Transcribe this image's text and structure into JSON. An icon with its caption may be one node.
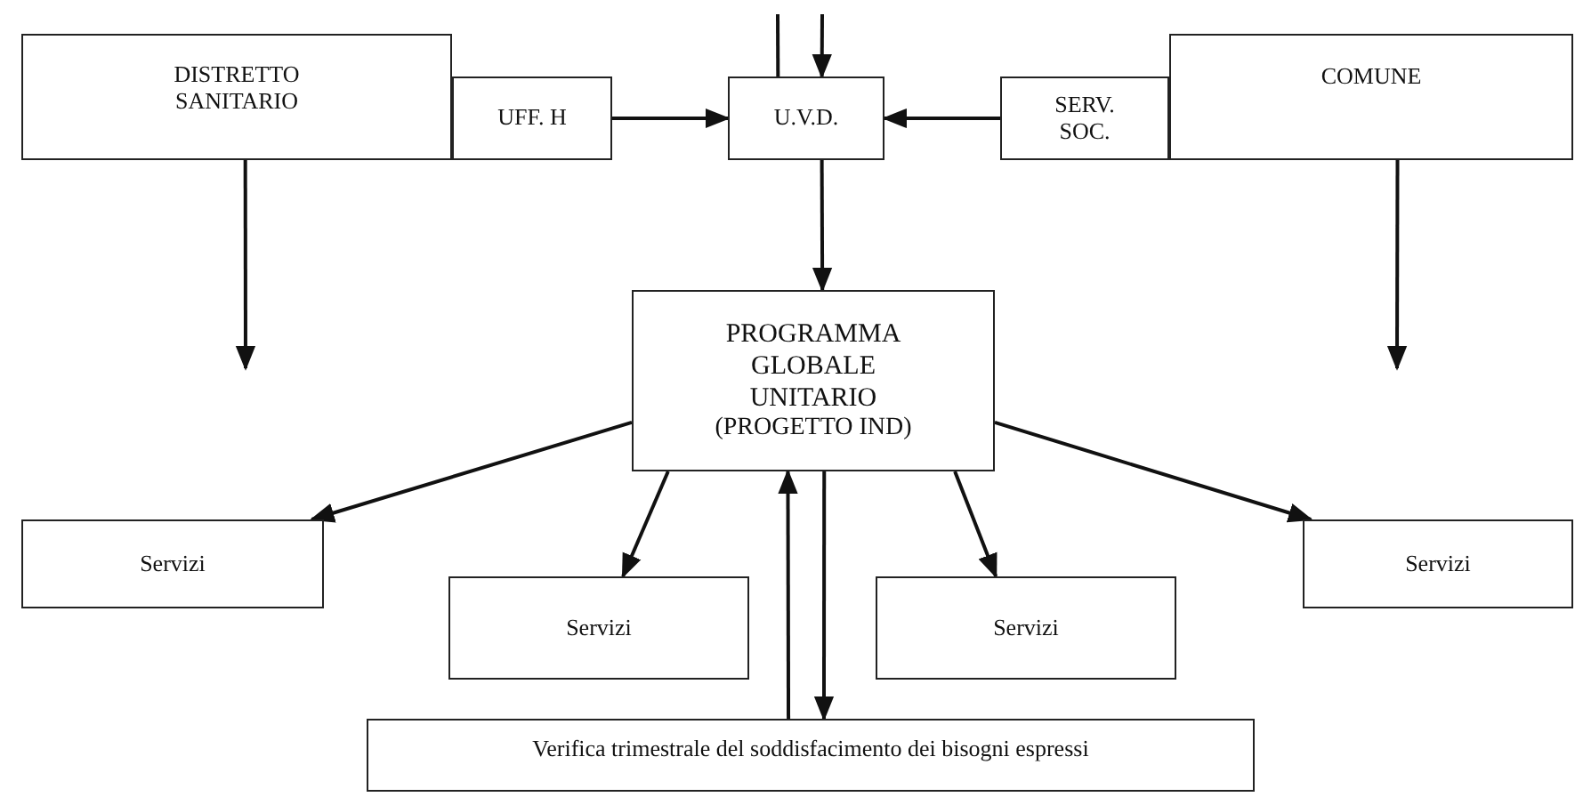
{
  "diagram": {
    "nodes": [
      {
        "text": [
          "DISTRETTO SANITARIO"
        ]
      },
      {
        "text": [
          "UFF. H"
        ]
      },
      {
        "text": [
          "U.V.D."
        ]
      },
      {
        "text": [
          "SERV. SOC."
        ]
      },
      {
        "text": [
          "COMUNE"
        ]
      },
      {
        "text": [
          "PROGRAMMA GLOBALE UNITARIO",
          "(PROGETTO IND)"
        ]
      },
      {
        "text": [
          "Servizi"
        ]
      },
      {
        "text": [
          "Servizi"
        ]
      },
      {
        "text": [
          "Servizi"
        ]
      },
      {
        "text": [
          "Servizi"
        ]
      },
      {
        "text": [
          "Verifica trimestrale del soddisfacimento dei bisogni espressi"
        ]
      }
    ],
    "edges": [
      {
        "from": null,
        "to": 2,
        "arrow": "none"
      },
      {
        "from": null,
        "to": 2,
        "arrow": "to"
      },
      {
        "from": 1,
        "to": 2,
        "arrow": "to"
      },
      {
        "from": 3,
        "to": 2,
        "arrow": "to"
      },
      {
        "from": 2,
        "to": 5,
        "arrow": "to"
      },
      {
        "from": 0,
        "to": null,
        "arrow": "to"
      },
      {
        "from": 4,
        "to": null,
        "arrow": "to"
      },
      {
        "from": 5,
        "to": 6,
        "arrow": "to"
      },
      {
        "from": 5,
        "to": 7,
        "arrow": "to"
      },
      {
        "from": 5,
        "to": 8,
        "arrow": "to"
      },
      {
        "from": 5,
        "to": 9,
        "arrow": "to"
      },
      {
        "from": 10,
        "to": 5,
        "arrow": "to"
      },
      {
        "from": 5,
        "to": 10,
        "arrow": "to"
      }
    ]
  }
}
